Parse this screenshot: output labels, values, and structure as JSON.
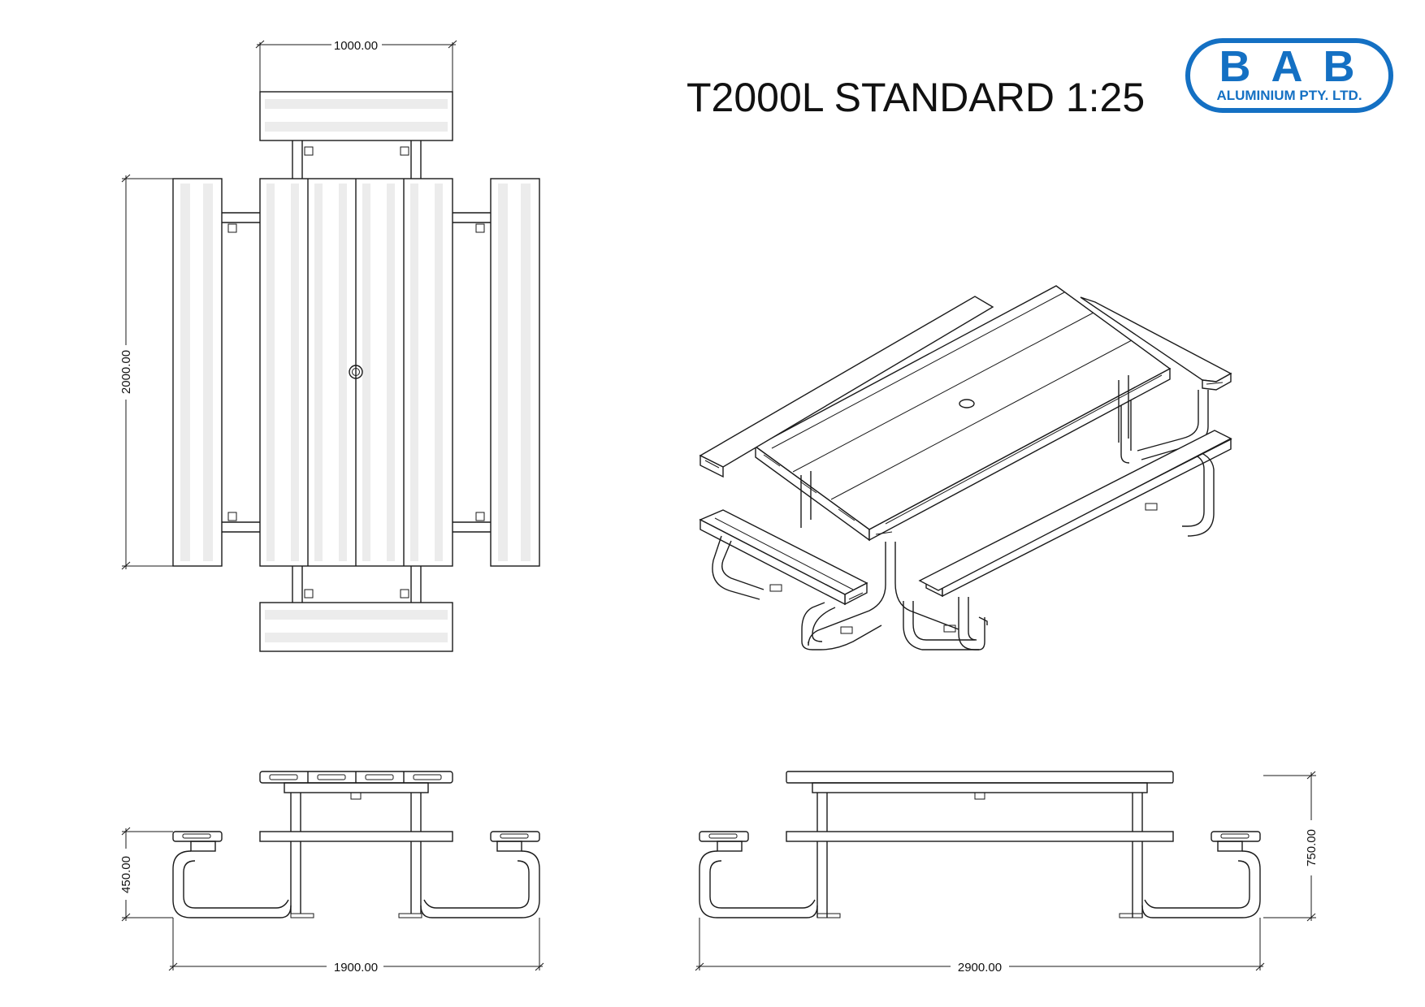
{
  "title": "T2000L STANDARD 1:25",
  "logo": {
    "letters": "B A B",
    "company": "ALUMINIUM PTY. LTD.",
    "color": "#1470c3"
  },
  "dimensions": {
    "top_width": "1000.00",
    "top_length": "2000.00",
    "seat_height": "450.00",
    "end_width": "1900.00",
    "side_length": "2900.00",
    "table_height": "750.00"
  },
  "colors": {
    "line": "#1a1a1a",
    "slat_shade": "#ececec"
  }
}
